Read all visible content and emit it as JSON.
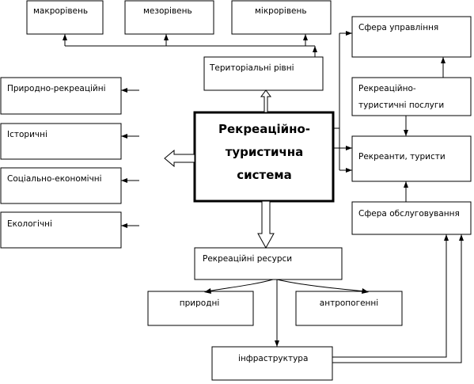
{
  "nodes": {
    "macro": "макрорівень",
    "meso": "мезорівень",
    "micro": "мікрорівень",
    "territorial": "Територіальні рівні",
    "main": [
      "Рекреаційно-",
      "туристична",
      "система"
    ],
    "natural_rec": "Природно-рекреаційні",
    "historical": "Історичні",
    "socio_econ": "Соціально-економічні",
    "ecological": "Екологічні",
    "management": "Сфера управління",
    "services": [
      "Рекреаційно-",
      "туристичні послуги"
    ],
    "recreants": "Рекреанти, туристи",
    "service_sphere": "Сфера обслуговування",
    "resources": "Рекреаційні ресурси",
    "natural": "природні",
    "anthropogenic": "антропогенні",
    "infrastructure": "інфраструктура"
  }
}
